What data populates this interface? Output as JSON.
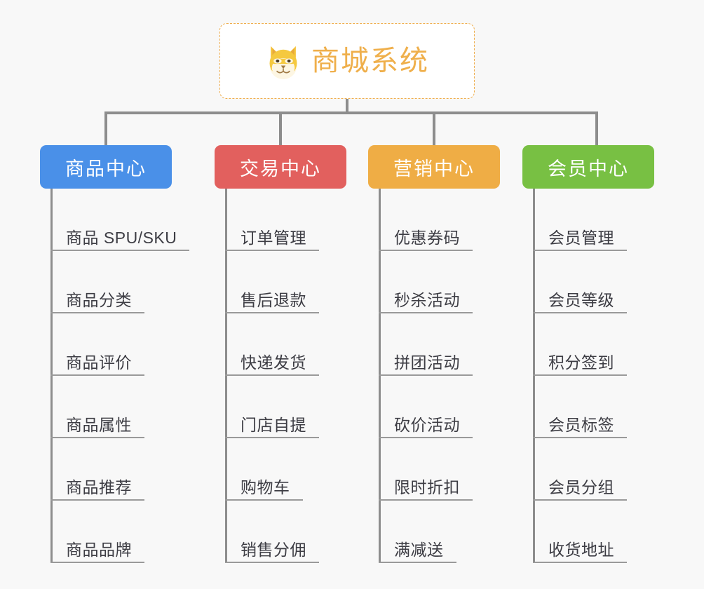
{
  "background_color": "#f8f8f8",
  "root": {
    "title": "商城系统",
    "icon": "shiba-dog-face-icon",
    "text_color": "#efaf4b",
    "border_color": "#efae4e",
    "background_color": "#ffffff"
  },
  "connector_color": "#8d8d8d",
  "columns": [
    {
      "header": "商品中心",
      "color": "#4a90e8",
      "items": [
        "商品 SPU/SKU",
        "商品分类",
        "商品评价",
        "商品属性",
        "商品推荐",
        "商品品牌"
      ]
    },
    {
      "header": "交易中心",
      "color": "#e2605e",
      "items": [
        "订单管理",
        "售后退款",
        "快递发货",
        "门店自提",
        "购物车",
        "销售分佣"
      ]
    },
    {
      "header": "营销中心",
      "color": "#efad45",
      "items": [
        "优惠券码",
        "秒杀活动",
        "拼团活动",
        "砍价活动",
        "限时折扣",
        "满减送"
      ]
    },
    {
      "header": "会员中心",
      "color": "#78c043",
      "items": [
        "会员管理",
        "会员等级",
        "积分签到",
        "会员标签",
        "会员分组",
        "收货地址"
      ]
    }
  ]
}
